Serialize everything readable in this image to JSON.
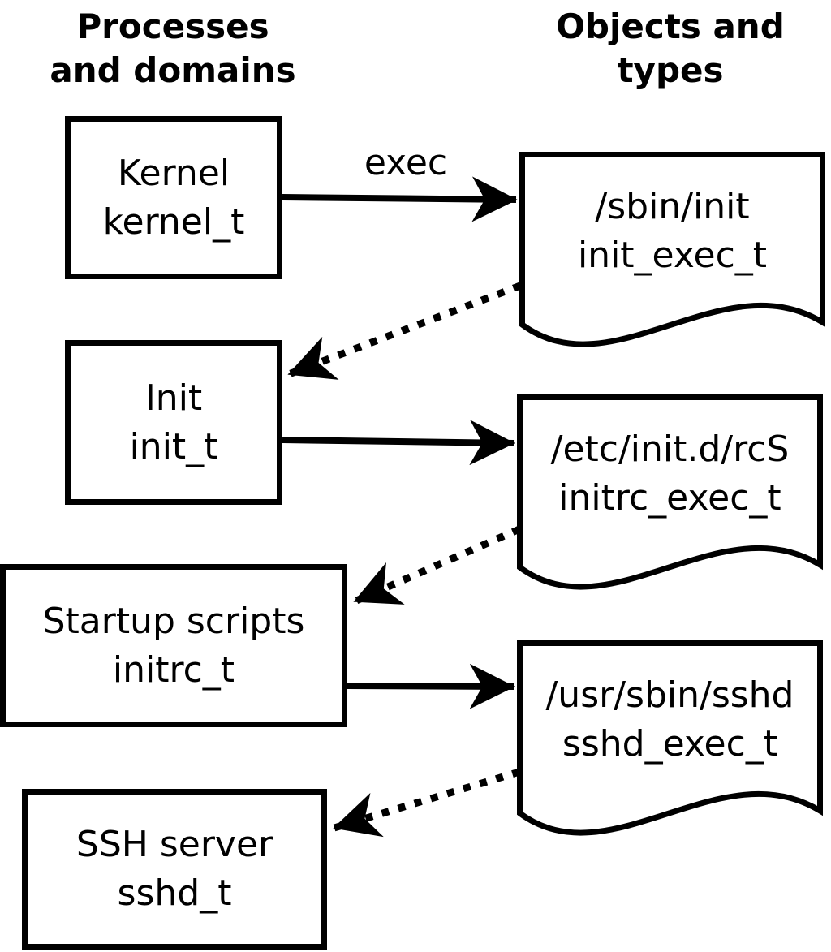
{
  "headers": {
    "processes": "Processes\nand domains",
    "objects": "Objects and\ntypes"
  },
  "process_boxes": [
    {
      "name": "kernel",
      "label": "Kernel\nkernel_t"
    },
    {
      "name": "init",
      "label": "Init\ninit_t"
    },
    {
      "name": "startup-scripts",
      "label": "Startup scripts\ninitrc_t"
    },
    {
      "name": "ssh-server",
      "label": "SSH server\nsshd_t"
    }
  ],
  "object_docs": [
    {
      "name": "sbin-init",
      "label": "/sbin/init\ninit_exec_t"
    },
    {
      "name": "etc-initd-rcs",
      "label": "/etc/init.d/rcS\ninitrc_exec_t"
    },
    {
      "name": "usr-sbin-sshd",
      "label": "/usr/sbin/sshd\nsshd_exec_t"
    }
  ],
  "edge_labels": {
    "exec": "exec"
  },
  "colors": {
    "ink": "#000000",
    "paper": "#ffffff"
  }
}
